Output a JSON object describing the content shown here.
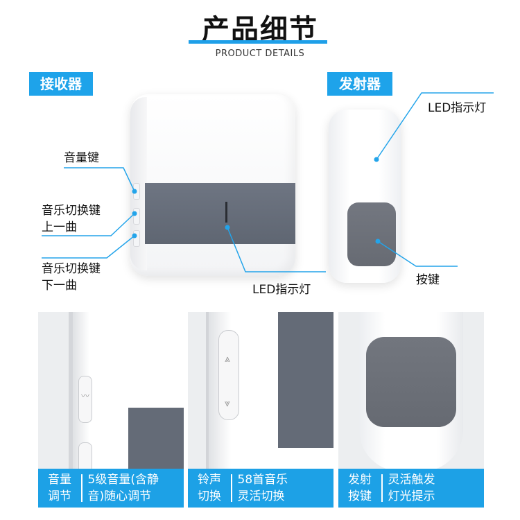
{
  "header": {
    "title": "产品细节",
    "subtitle": "PRODUCT DETAILS"
  },
  "receiver": {
    "tag": "接收器",
    "labels": {
      "volume_key": "音量键",
      "music_up_line1": "音乐切换键",
      "music_up_line2": "上一曲",
      "music_down_line1": "音乐切换键",
      "music_down_line2": "下一曲",
      "led": "LED指示灯"
    }
  },
  "transmitter": {
    "tag": "发射器",
    "labels": {
      "led": "LED指示灯",
      "button": "按键"
    }
  },
  "panels": [
    {
      "left_line1": "音量",
      "left_line2": "调节",
      "right_line1": "5级音量(含静",
      "right_line2": "音)随心调节"
    },
    {
      "left_line1": "铃声",
      "left_line2": "切换",
      "right_line1": "58首音乐",
      "right_line2": "灵活切换"
    },
    {
      "left_line1": "发射",
      "left_line2": "按键",
      "right_line1": "灵活触发",
      "right_line2": "灯光提示"
    }
  ],
  "colors": {
    "accent": "#1ea3ea",
    "device_gray": "#646b77"
  }
}
